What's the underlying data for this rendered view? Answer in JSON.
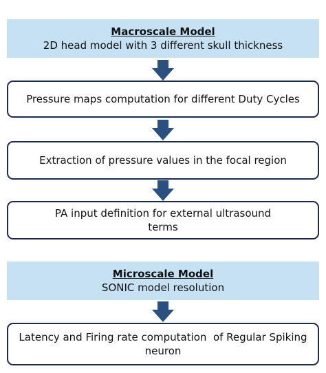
{
  "boxes": [
    {
      "heading": "Macroscale Model",
      "line1": "2D head model with 3 different skull thickness",
      "line2": ""
    },
    {
      "heading": "",
      "line1": "Pressure maps computation for different Duty Cycles",
      "line2": ""
    },
    {
      "heading": "",
      "line1": "Extraction of pressure values in the focal region",
      "line2": ""
    },
    {
      "heading": "",
      "line1": "PA input definition for external ultrasound",
      "line2": "terms"
    },
    {
      "heading": "Microscale Model",
      "line1": "SONIC model resolution",
      "line2": ""
    },
    {
      "heading": "",
      "line1": "Latency and Firing rate computation  of Regular Spiking",
      "line2": "neuron"
    }
  ],
  "colors": {
    "highlight_fill": "#c6e0f4",
    "box_border": "#1e2a4a",
    "arrow": "#2b4f7e"
  }
}
